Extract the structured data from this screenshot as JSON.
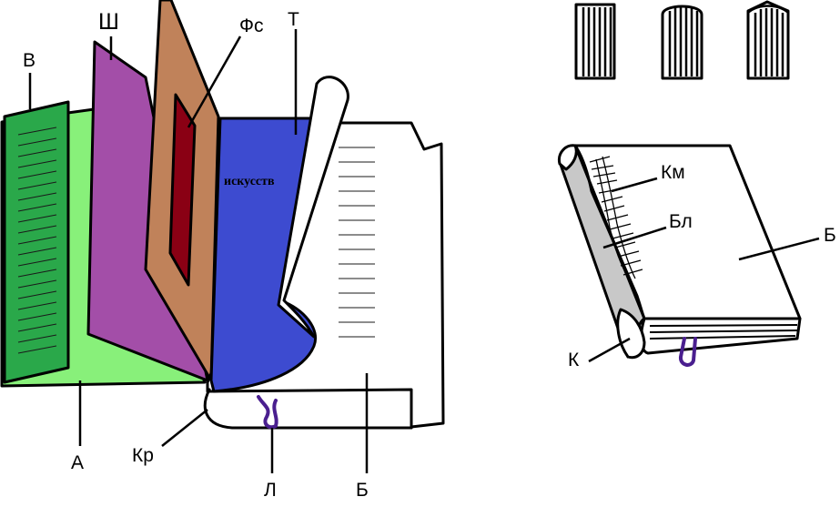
{
  "labels": {
    "v": "В",
    "sh": "Ш",
    "fs": "Фс",
    "t": "Т",
    "a": "А",
    "kr": "Кр",
    "l": "Л",
    "b_left": "Б",
    "km": "Км",
    "bl": "Бл",
    "b_right": "Б",
    "k": "К"
  },
  "cover_text": "искусств",
  "colors": {
    "green_page": "#88f07a",
    "green_sheet": "#2aa84a",
    "purple_sheet": "#a34ea8",
    "brown_sheet": "#c0825a",
    "dark_red": "#8a0014",
    "blue_cover": "#3d4bd0",
    "bookmark": "#4a1f8f",
    "spine_grey": "#c8c8c8"
  },
  "icons": [
    "spine-flat-icon",
    "spine-rounded-icon",
    "spine-arched-icon"
  ]
}
